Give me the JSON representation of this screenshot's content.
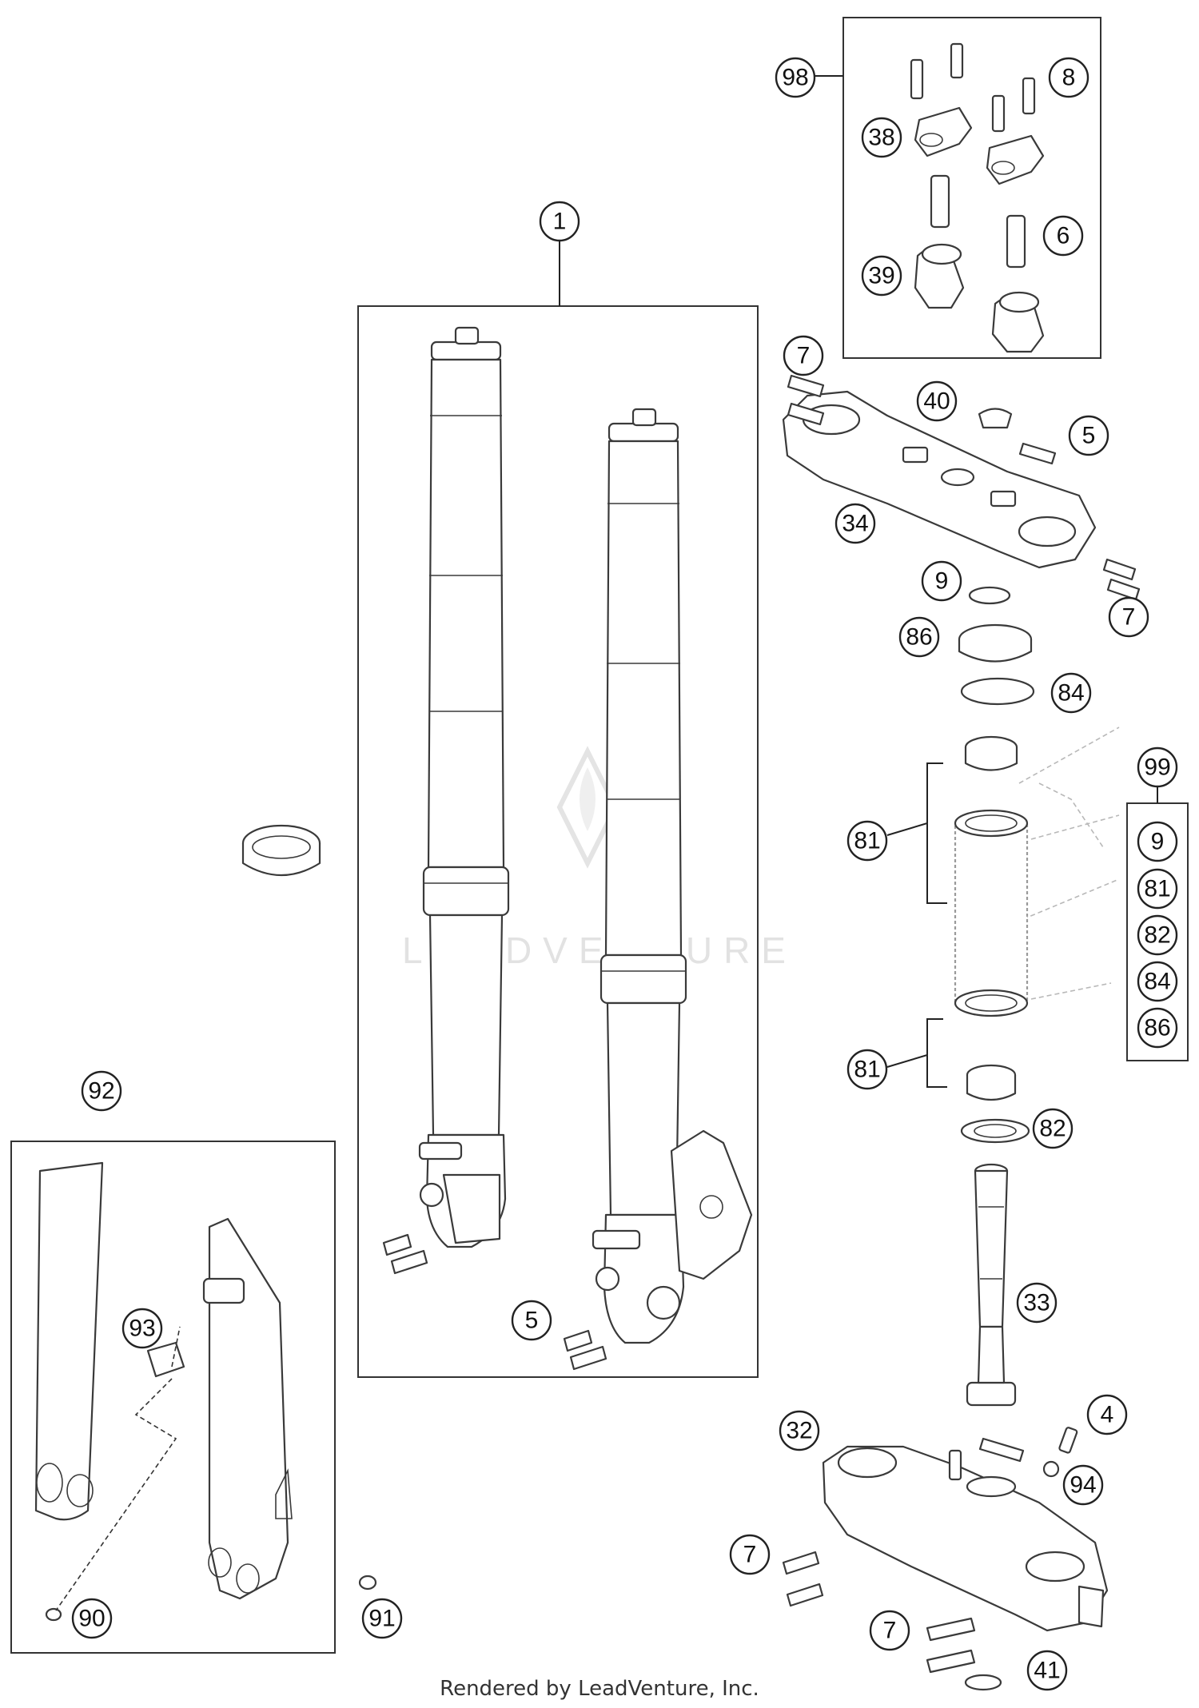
{
  "diagram": {
    "callouts": [
      {
        "id": "c1",
        "label": "1"
      },
      {
        "id": "c98",
        "label": "98"
      },
      {
        "id": "c8",
        "label": "8"
      },
      {
        "id": "c38",
        "label": "38"
      },
      {
        "id": "c6",
        "label": "6"
      },
      {
        "id": "c39",
        "label": "39"
      },
      {
        "id": "c7a",
        "label": "7"
      },
      {
        "id": "c40",
        "label": "40"
      },
      {
        "id": "c5a",
        "label": "5"
      },
      {
        "id": "c34",
        "label": "34"
      },
      {
        "id": "c9a",
        "label": "9"
      },
      {
        "id": "c7b",
        "label": "7"
      },
      {
        "id": "c86",
        "label": "86"
      },
      {
        "id": "c84",
        "label": "84"
      },
      {
        "id": "c81a",
        "label": "81"
      },
      {
        "id": "c81b",
        "label": "81"
      },
      {
        "id": "c99",
        "label": "99"
      },
      {
        "id": "c9b",
        "label": "9"
      },
      {
        "id": "c81c",
        "label": "81"
      },
      {
        "id": "c82b",
        "label": "82"
      },
      {
        "id": "c84b",
        "label": "84"
      },
      {
        "id": "c86b",
        "label": "86"
      },
      {
        "id": "c82",
        "label": "82"
      },
      {
        "id": "c33",
        "label": "33"
      },
      {
        "id": "c92",
        "label": "92"
      },
      {
        "id": "c93",
        "label": "93"
      },
      {
        "id": "c5b",
        "label": "5"
      },
      {
        "id": "c4",
        "label": "4"
      },
      {
        "id": "c32",
        "label": "32"
      },
      {
        "id": "c94",
        "label": "94"
      },
      {
        "id": "c7c",
        "label": "7"
      },
      {
        "id": "c7d",
        "label": "7"
      },
      {
        "id": "c90",
        "label": "90"
      },
      {
        "id": "c91",
        "label": "91"
      },
      {
        "id": "c41",
        "label": "41"
      }
    ],
    "watermark": "LEADVENTURE",
    "footer": "Rendered by LeadVenture, Inc."
  }
}
